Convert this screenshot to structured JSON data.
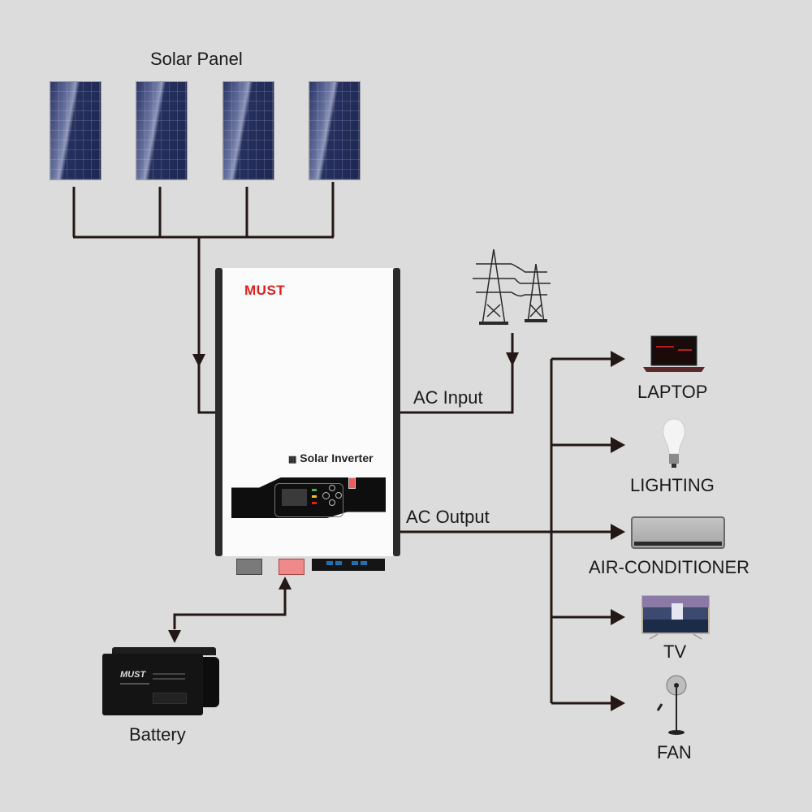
{
  "title": "Solar Inverter System Connection Diagram",
  "labels": {
    "solar_panel": "Solar Panel",
    "ac_input": "AC Input",
    "ac_output": "AC Output",
    "battery": "Battery"
  },
  "inverter": {
    "brand": "MUST",
    "model_title": "Solar Inverter",
    "brand_color": "#e1201e"
  },
  "battery": {
    "brand": "MUST"
  },
  "solar_panels": [
    {
      "name": "solar-panel-1"
    },
    {
      "name": "solar-panel-2"
    },
    {
      "name": "solar-panel-3"
    },
    {
      "name": "solar-panel-4"
    }
  ],
  "loads": [
    {
      "label": "LAPTOP",
      "icon": "laptop-icon"
    },
    {
      "label": "LIGHTING",
      "icon": "light-bulb-icon"
    },
    {
      "label": "AIR-CONDITIONER",
      "icon": "air-conditioner-icon"
    },
    {
      "label": "TV",
      "icon": "tv-icon"
    },
    {
      "label": "FAN",
      "icon": "fan-icon"
    }
  ],
  "grid": {
    "icon": "power-tower-icon"
  },
  "colors": {
    "background": "#dcdcdc",
    "wire": "#231815",
    "positive_terminal": "#f08a8a",
    "negative_terminal": "#7a7a7a",
    "output_terminal_accent": "#1f6fb3"
  }
}
